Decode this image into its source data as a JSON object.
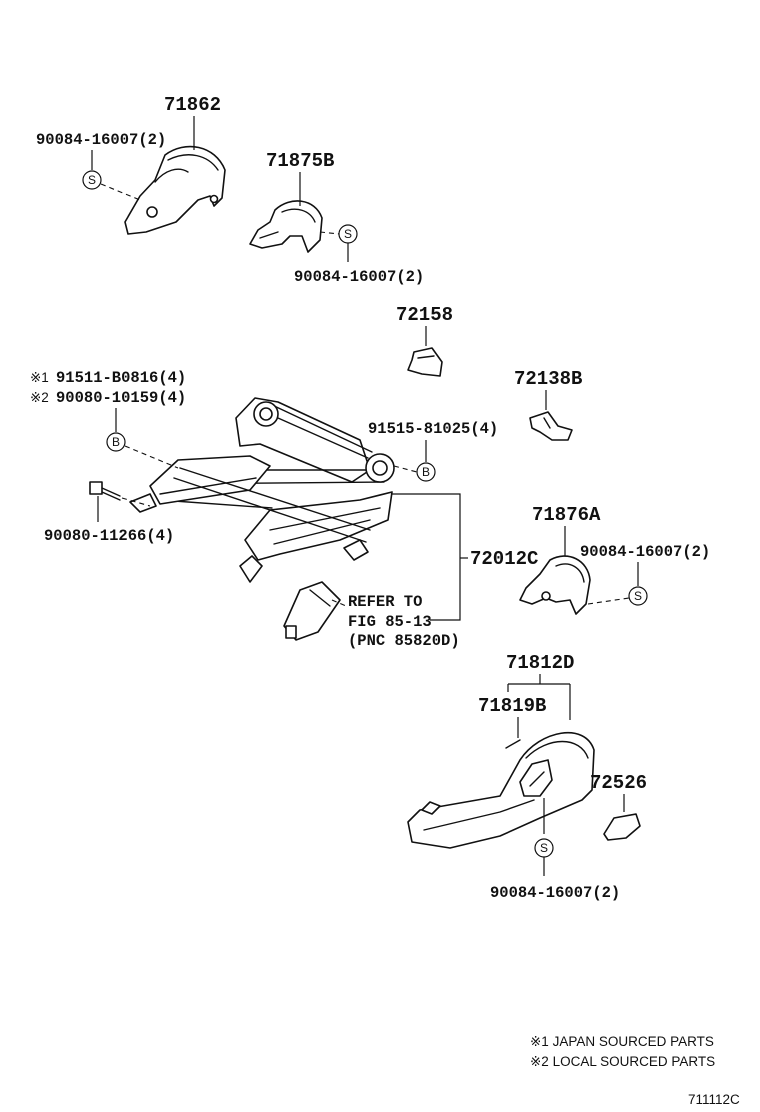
{
  "parts": {
    "p71862": "71862",
    "p90084_a": "90084-16007(2)",
    "p71875B": "71875B",
    "p90084_b": "90084-16007(2)",
    "p72158": "72158",
    "p72138B": "72138B",
    "p91511": "91511-B0816(4)",
    "p90080_10159": "90080-10159(4)",
    "mark1": "※1",
    "mark2": "※2",
    "p91515": "91515-81025(4)",
    "p90080_11266": "90080-11266(4)",
    "p71876A": "71876A",
    "p90084_c": "90084-16007(2)",
    "p72012C": "72012C",
    "ref_line1": "REFER TO",
    "ref_line2": "FIG 85-13",
    "ref_line3": "(PNC 85820D)",
    "p71812D": "71812D",
    "p71819B": "71819B",
    "p72526": "72526",
    "p90084_d": "90084-16007(2)"
  },
  "markers": {
    "s": "S",
    "b": "B"
  },
  "notes": {
    "note1": "※1 JAPAN SOURCED PARTS",
    "note2": "※2 LOCAL SOURCED PARTS"
  },
  "figure_id": "711112C"
}
